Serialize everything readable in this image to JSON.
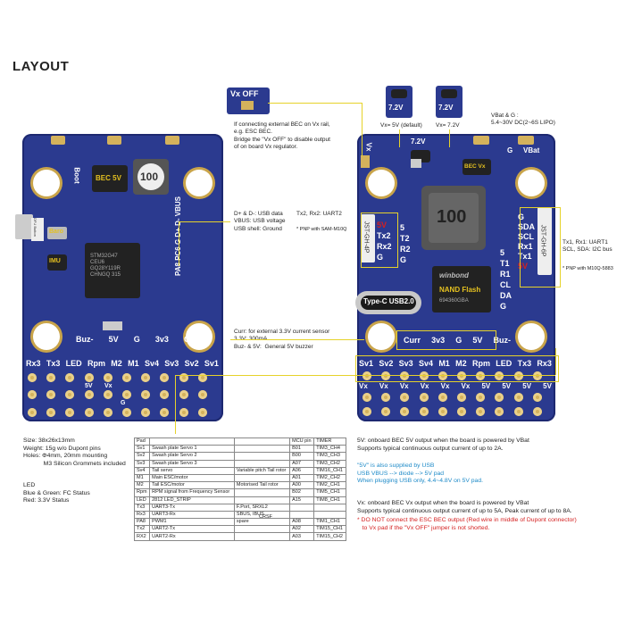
{
  "title": "LAYOUT",
  "left_board": {
    "bec_label": "BEC 5V",
    "inductor_value": "100",
    "boot_label": "Boot",
    "dfu_label": "DFU Button",
    "baro_label": "Baro",
    "imu_label": "IMU",
    "mcu_text": "STM32G47\nCEU6\nGQ28Y119R\nCHNGQ 315",
    "side_label": "PA8 PC6 G D+ D- VBUS",
    "mid_row": [
      "Buz-",
      "5V",
      "G",
      "3v3",
      "Curr"
    ],
    "top_row": [
      "Rx3",
      "Tx3",
      "LED",
      "Rpm",
      "M2",
      "M1",
      "Sv4",
      "Sv3",
      "Sv2",
      "Sv1"
    ],
    "bottom_marks": [
      "5V",
      "Vx",
      "G"
    ]
  },
  "right_board": {
    "vx_off": "Vx OFF",
    "volt_7_2": "7.2V",
    "bec_vx": "BEC Vx",
    "inductor_value": "100",
    "flash_brand": "winbond",
    "flash_label": "NAND Flash",
    "flash_code": "694360GBA",
    "usb_label": "Type-C USB2.0",
    "left_port_label": "JST-GH-4P",
    "left_port_pins": [
      "5V",
      "Tx2",
      "Rx2",
      "G"
    ],
    "right_port_label": "JST-GH-6P",
    "right_port_pins": [
      "G",
      "SDA",
      "SCL",
      "Rx1",
      "Tx1",
      "5V"
    ],
    "mid_labels": [
      "5",
      "T2",
      "R2",
      "G",
      "5",
      "T1",
      "R1",
      "CL",
      "DA",
      "G"
    ],
    "top_marks": [
      "Vx",
      "7.2V",
      "G",
      "VBat"
    ],
    "bottom_row1": [
      "Curr",
      "3v3",
      "G",
      "5V",
      "Buz-"
    ],
    "bottom_row2": [
      "Sv1",
      "Sv2",
      "Sv3",
      "Sv4",
      "M1",
      "M2",
      "Rpm",
      "LED",
      "Tx3",
      "Rx3"
    ],
    "bottom_row3": [
      "Vx",
      "Vx",
      "Vx",
      "Vx",
      "Vx",
      "Vx",
      "5V",
      "5V",
      "5V",
      "5V"
    ]
  },
  "notes": {
    "vx_off_note": "If connecting external BEC on Vx rail,\ne.g. ESC BEC.\nBridge the \"Vx OFF\" to disable output\nof on board Vx regulator.",
    "vx_5v": "Vx= 5V (default)",
    "vx_7_2": "Vx= 7.2V",
    "vbat": "VBat & G :\n5.4~30V DC(2~6S LIPO)",
    "usb_note": "D+ & D-: USB data\nVBUS: USB voltage\nUSB shell: Ground",
    "uart2_note": "Tx2, Rx2: UART2",
    "pnp_note_1": "* PNP with SAM-M10Q",
    "uart1_note": "Tx1, Rx1: UART1\nSCL, SDA: I2C bus",
    "pnp_note_2": "* PNP with M10Q-5883",
    "curr_note": "Curr: for external 3.3V current sensor\n3.3V: 300mA\nBuz- & 5V:  General 5V buzzer"
  },
  "specs": {
    "size": "Size: 38x26x13mm\nWeight: 15g w/o Dupont pins\nHoles: Φ4mm, 20mm mounting\n            M3 Silicon Grommets included",
    "led": "LED\nBlue & Green: FC Status\nRed: 3.3V Status"
  },
  "pin_table": [
    [
      "Pad",
      "",
      "",
      "MCU pin",
      "TIMER"
    ],
    [
      "Sv1",
      "Swash plate Servo 1",
      "",
      "B01",
      "TIM3_CH4"
    ],
    [
      "Sv2",
      "Swash plate Servo 2",
      "",
      "B00",
      "TIM3_CH3"
    ],
    [
      "Sv3",
      "Swash plate Servo 3",
      "",
      "A07",
      "TIM3_CH2"
    ],
    [
      "Sv4",
      "Tail servo",
      "Variable pitch Tail rotor",
      "A06",
      "TIM16_CH1"
    ],
    [
      "M1",
      "Main ESC/motor",
      "",
      "A01",
      "TIM2_CH2"
    ],
    [
      "M2",
      "Tail ESC/motor",
      "Motorised Tail rotor",
      "A00",
      "TIM2_CH1"
    ],
    [
      "Rpm",
      "RPM signal from Frequency Sensor",
      "",
      "B02",
      "TIM5_CH1"
    ],
    [
      "LED",
      "2812 LED_STRIP",
      "",
      "A15",
      "TIM8_CH1"
    ],
    [
      "Tx3",
      "UART3-Tx",
      "F.Port, SRXL2",
      "",
      ""
    ],
    [
      "Rx3",
      "UART3-Rx",
      "SBUS, IBUS",
      "",
      ""
    ],
    [
      "PA8",
      "PWM1",
      "spare",
      "A08",
      "TIM1_CH1"
    ],
    [
      "Tx2",
      "UART2-Tx",
      "",
      "A02",
      "TIM15_CH1"
    ],
    [
      "RX2",
      "UART2-Rx",
      "",
      "A03",
      "TIM15_CH2"
    ]
  ],
  "crsf": "CRSF",
  "right_notes": {
    "5v_a": "5V: onboard BEC 5V output when the board is powered by VBat\nSupports typical continuous output current of up to 2A.",
    "5v_b": "\"5V\" is also supplied by USB\nUSB VBUS --> diode --> 5V pad\nWhen plugging USB only, 4.4~4.8V on 5V pad.",
    "vx_a": "Vx: onboard BEC Vx output when the board is powered by VBat\nSupports typical continuous output current of up to 5A, Peak current of up to 8A.",
    "vx_b": "* DO NOT connect the ESC BEC output (Red wire in middle of Dupont connector)\n   to Vx pad if the \"Vx OFF\" jumper is not shorted."
  },
  "colors": {
    "board": "#2b3a8f",
    "gold": "#d4b25c",
    "callout": "#e6d22a",
    "warning": "#d42020",
    "info": "#1d8ac8"
  }
}
